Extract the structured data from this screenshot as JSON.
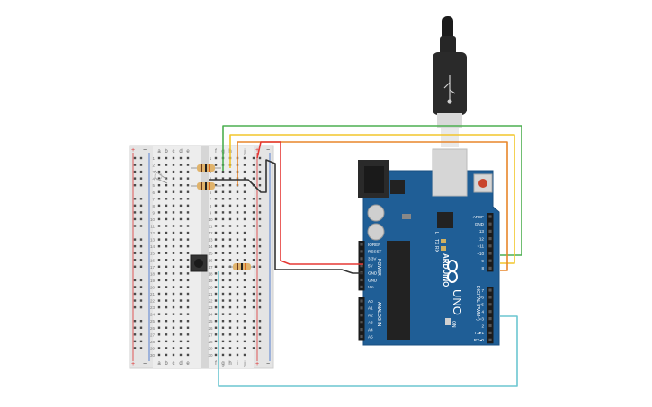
{
  "breadboard": {
    "cols_left": [
      "a",
      "b",
      "c",
      "d",
      "e"
    ],
    "cols_right": [
      "f",
      "g",
      "h",
      "i",
      "j"
    ],
    "rail_plus": "+",
    "rail_minus": "−",
    "row_count": 30
  },
  "arduino": {
    "logo_text": "ARDUINO",
    "model": "UNO",
    "on_label": "ON",
    "tx_label": "TX",
    "rx_label": "RX",
    "l_label": "L",
    "power_header_label": "POWER",
    "analog_header_label": "ANALOG IN",
    "digital_header_label": "DIGITAL (PWM~)",
    "power_pins": [
      "IOREF",
      "RESET",
      "3.3V",
      "5V",
      "GND",
      "GND",
      "Vin"
    ],
    "analog_pins": [
      "A0",
      "A1",
      "A2",
      "A3",
      "A4",
      "A5"
    ],
    "digital_pins_top": [
      "AREF",
      "GND",
      "13",
      "12",
      "~11",
      "~10",
      "~9",
      "8"
    ],
    "digital_pins_bottom": [
      "7",
      "~6",
      "~5",
      "4",
      "~3",
      "2",
      "TX▸1",
      "RX◂0"
    ]
  },
  "wires": [
    {
      "name": "wire-green",
      "color": "#4caf50"
    },
    {
      "name": "wire-yellow",
      "color": "#f2c62b"
    },
    {
      "name": "wire-orange",
      "color": "#e8862a"
    },
    {
      "name": "wire-red",
      "color": "#e53935"
    },
    {
      "name": "wire-black",
      "color": "#333333"
    },
    {
      "name": "wire-cyan",
      "color": "#6cc6d1"
    }
  ],
  "colors": {
    "board": "#1f5e96",
    "board_edge": "#1a4f80",
    "breadboard": "#e6e6e6",
    "rail_red": "#d33",
    "rail_blue": "#36c"
  }
}
